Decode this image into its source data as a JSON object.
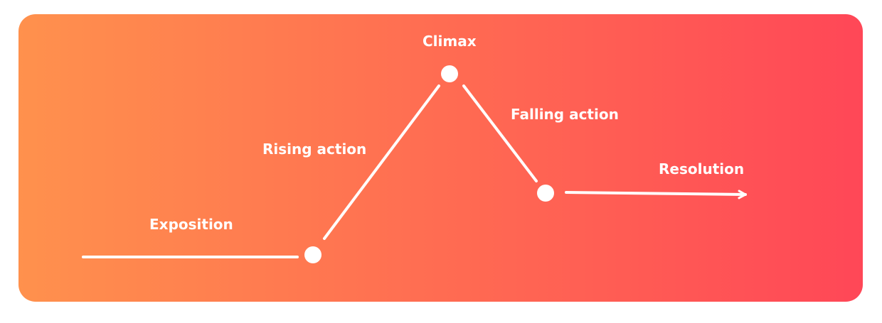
{
  "diagram": {
    "colors": {
      "gradient_start": "#FF914D",
      "gradient_end": "#FF4757",
      "stroke": "#FFFFFF"
    },
    "stages": [
      {
        "id": "exposition",
        "label": "Exposition"
      },
      {
        "id": "rising-action",
        "label": "Rising action"
      },
      {
        "id": "climax",
        "label": "Climax"
      },
      {
        "id": "falling-action",
        "label": "Falling action"
      },
      {
        "id": "resolution",
        "label": "Resolution"
      }
    ]
  }
}
